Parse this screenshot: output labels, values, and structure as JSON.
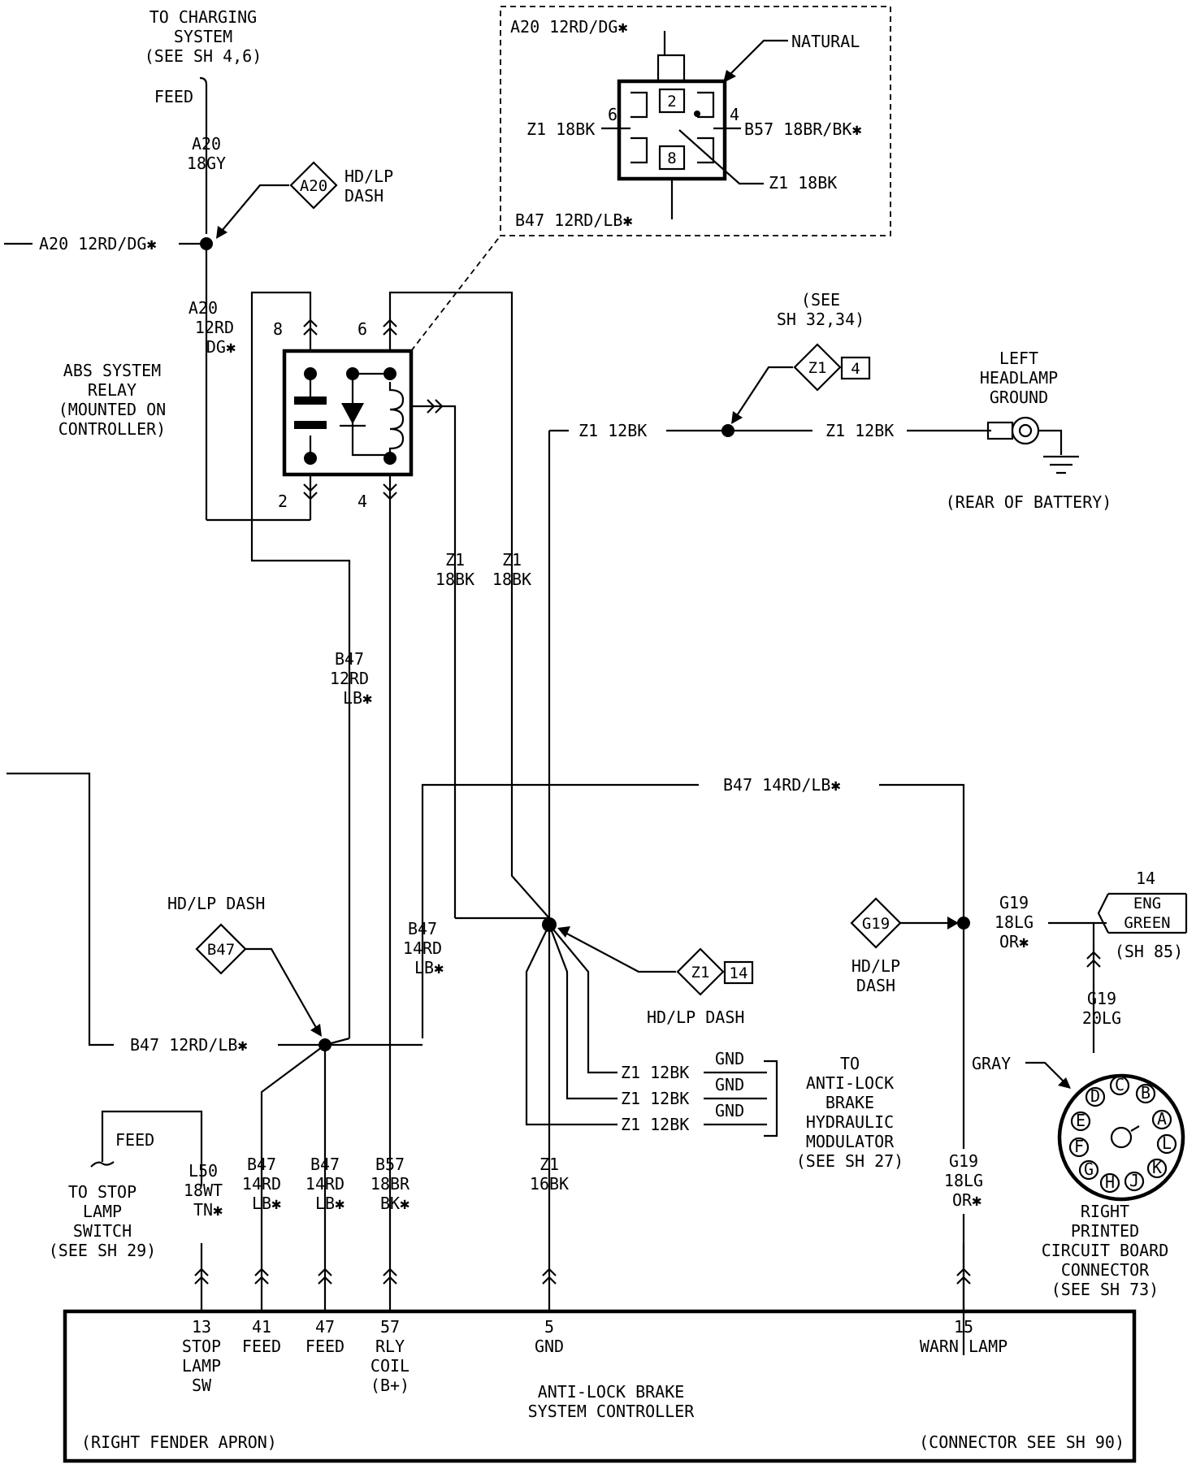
{
  "charging": {
    "line1": "TO CHARGING",
    "line2": "SYSTEM",
    "line3": "(SEE SH 4,6)",
    "feed": "FEED"
  },
  "a20_top": {
    "line1": "A20",
    "line2": "18GY"
  },
  "a20_splice": {
    "diamond": "A20",
    "line1": "HD/LP",
    "line2": "DASH"
  },
  "a20_left": {
    "label": "A20 12RD/DG✱"
  },
  "a20_vert": {
    "line1": "A20",
    "line2": "12RD",
    "line3": "DG✱"
  },
  "relay": {
    "line1": "ABS SYSTEM",
    "line2": "RELAY",
    "line3": "(MOUNTED ON",
    "line4": "CONTROLLER)",
    "pin8": "8",
    "pin6": "6",
    "pin2": "2",
    "pin4": "4"
  },
  "inset": {
    "a20": "A20 12RD/DG✱",
    "natural": "NATURAL",
    "z1_left": "Z1 18BK",
    "pin6": "6",
    "pin4": "4",
    "b57": "B57 18BR/BK✱",
    "z1_right": "Z1 18BK",
    "b47": "B47 12RD/LB✱",
    "cav2": "2",
    "cav8": "8"
  },
  "b47_vert": {
    "line1": "B47",
    "line2": "12RD",
    "line3": "LB✱"
  },
  "z1_18bk_a": {
    "line1": "Z1",
    "line2": "18BK"
  },
  "z1_18bk_b": {
    "line1": "Z1",
    "line2": "18BK"
  },
  "z1_12bk_left": {
    "label": "Z1 12BK"
  },
  "z1_12bk_right": {
    "label": "Z1 12BK"
  },
  "see_sh32": {
    "line1": "(SEE",
    "line2": "SH 32,34)",
    "diamond": "Z1",
    "box": "4"
  },
  "ground": {
    "line1": "LEFT",
    "line2": "HEADLAMP",
    "line3": "GROUND",
    "line4": "(REAR OF BATTERY)"
  },
  "b47_14rd_top": {
    "label": "B47 14RD/LB✱"
  },
  "b47_14rd_vert": {
    "line1": "B47",
    "line2": "14RD",
    "line3": "LB✱"
  },
  "hdlp_b47": {
    "label": "HD/LP DASH",
    "diamond": "B47"
  },
  "b47_12rd_left": {
    "label": "B47 12RD/LB✱"
  },
  "z1_splice": {
    "diamond": "Z1",
    "box": "14",
    "label": "HD/LP DASH"
  },
  "z1_gnd": {
    "row1": "Z1 12BK",
    "row2": "Z1 12BK",
    "row3": "Z1 12BK",
    "gnd1": "GND",
    "gnd2": "GND",
    "gnd3": "GND"
  },
  "modulator": {
    "line1": "TO",
    "line2": "ANTI-LOCK",
    "line3": "BRAKE",
    "line4": "HYDRAULIC",
    "line5": "MODULATOR",
    "line6": "(SEE SH 27)"
  },
  "g19_splice": {
    "diamond": "G19",
    "line1": "HD/LP",
    "line2": "DASH"
  },
  "g19_18lg": {
    "line1": "G19",
    "line2": "18LG",
    "line3": "OR✱"
  },
  "eng_green": {
    "num": "14",
    "line1": "ENG",
    "line2": "GREEN",
    "ref": "(SH 85)"
  },
  "g19_20lg": {
    "line1": "G19",
    "line2": "20LG"
  },
  "gray_label": "GRAY",
  "right_connector": {
    "line1": "RIGHT",
    "line2": "PRINTED",
    "line3": "CIRCUIT BOARD",
    "line4": "CONNECTOR",
    "line5": "(SEE SH 73)",
    "pins": [
      "A",
      "B",
      "C",
      "D",
      "E",
      "F",
      "G",
      "H",
      "J",
      "K",
      "L"
    ]
  },
  "g19_bottom": {
    "line1": "G19",
    "line2": "18LG",
    "line3": "OR✱"
  },
  "stop_lamp": {
    "feed": "FEED",
    "line1": "TO STOP",
    "line2": "LAMP",
    "line3": "SWITCH",
    "line4": "(SEE SH 29)"
  },
  "wires_bottom": {
    "l50": [
      "L50",
      "18WT",
      "TN✱"
    ],
    "b47a": [
      "B47",
      "14RD",
      "LB✱"
    ],
    "b47b": [
      "B47",
      "14RD",
      "LB✱"
    ],
    "b57": [
      "B57",
      "18BR",
      "BK✱"
    ],
    "z1": [
      "Z1",
      "16BK"
    ]
  },
  "controller": {
    "pin13": [
      "13",
      "STOP",
      "LAMP",
      "SW"
    ],
    "pin41": [
      "41",
      "FEED"
    ],
    "pin47": [
      "47",
      "FEED"
    ],
    "pin57": [
      "57",
      "RLY",
      "COIL",
      "(B+)"
    ],
    "pin5": [
      "5",
      "GND"
    ],
    "pin15": [
      "15",
      "WARN LAMP"
    ],
    "title1": "ANTI-LOCK BRAKE",
    "title2": "SYSTEM CONTROLLER",
    "location": "(RIGHT FENDER APRON)",
    "connector_ref": "(CONNECTOR SEE SH 90)"
  }
}
